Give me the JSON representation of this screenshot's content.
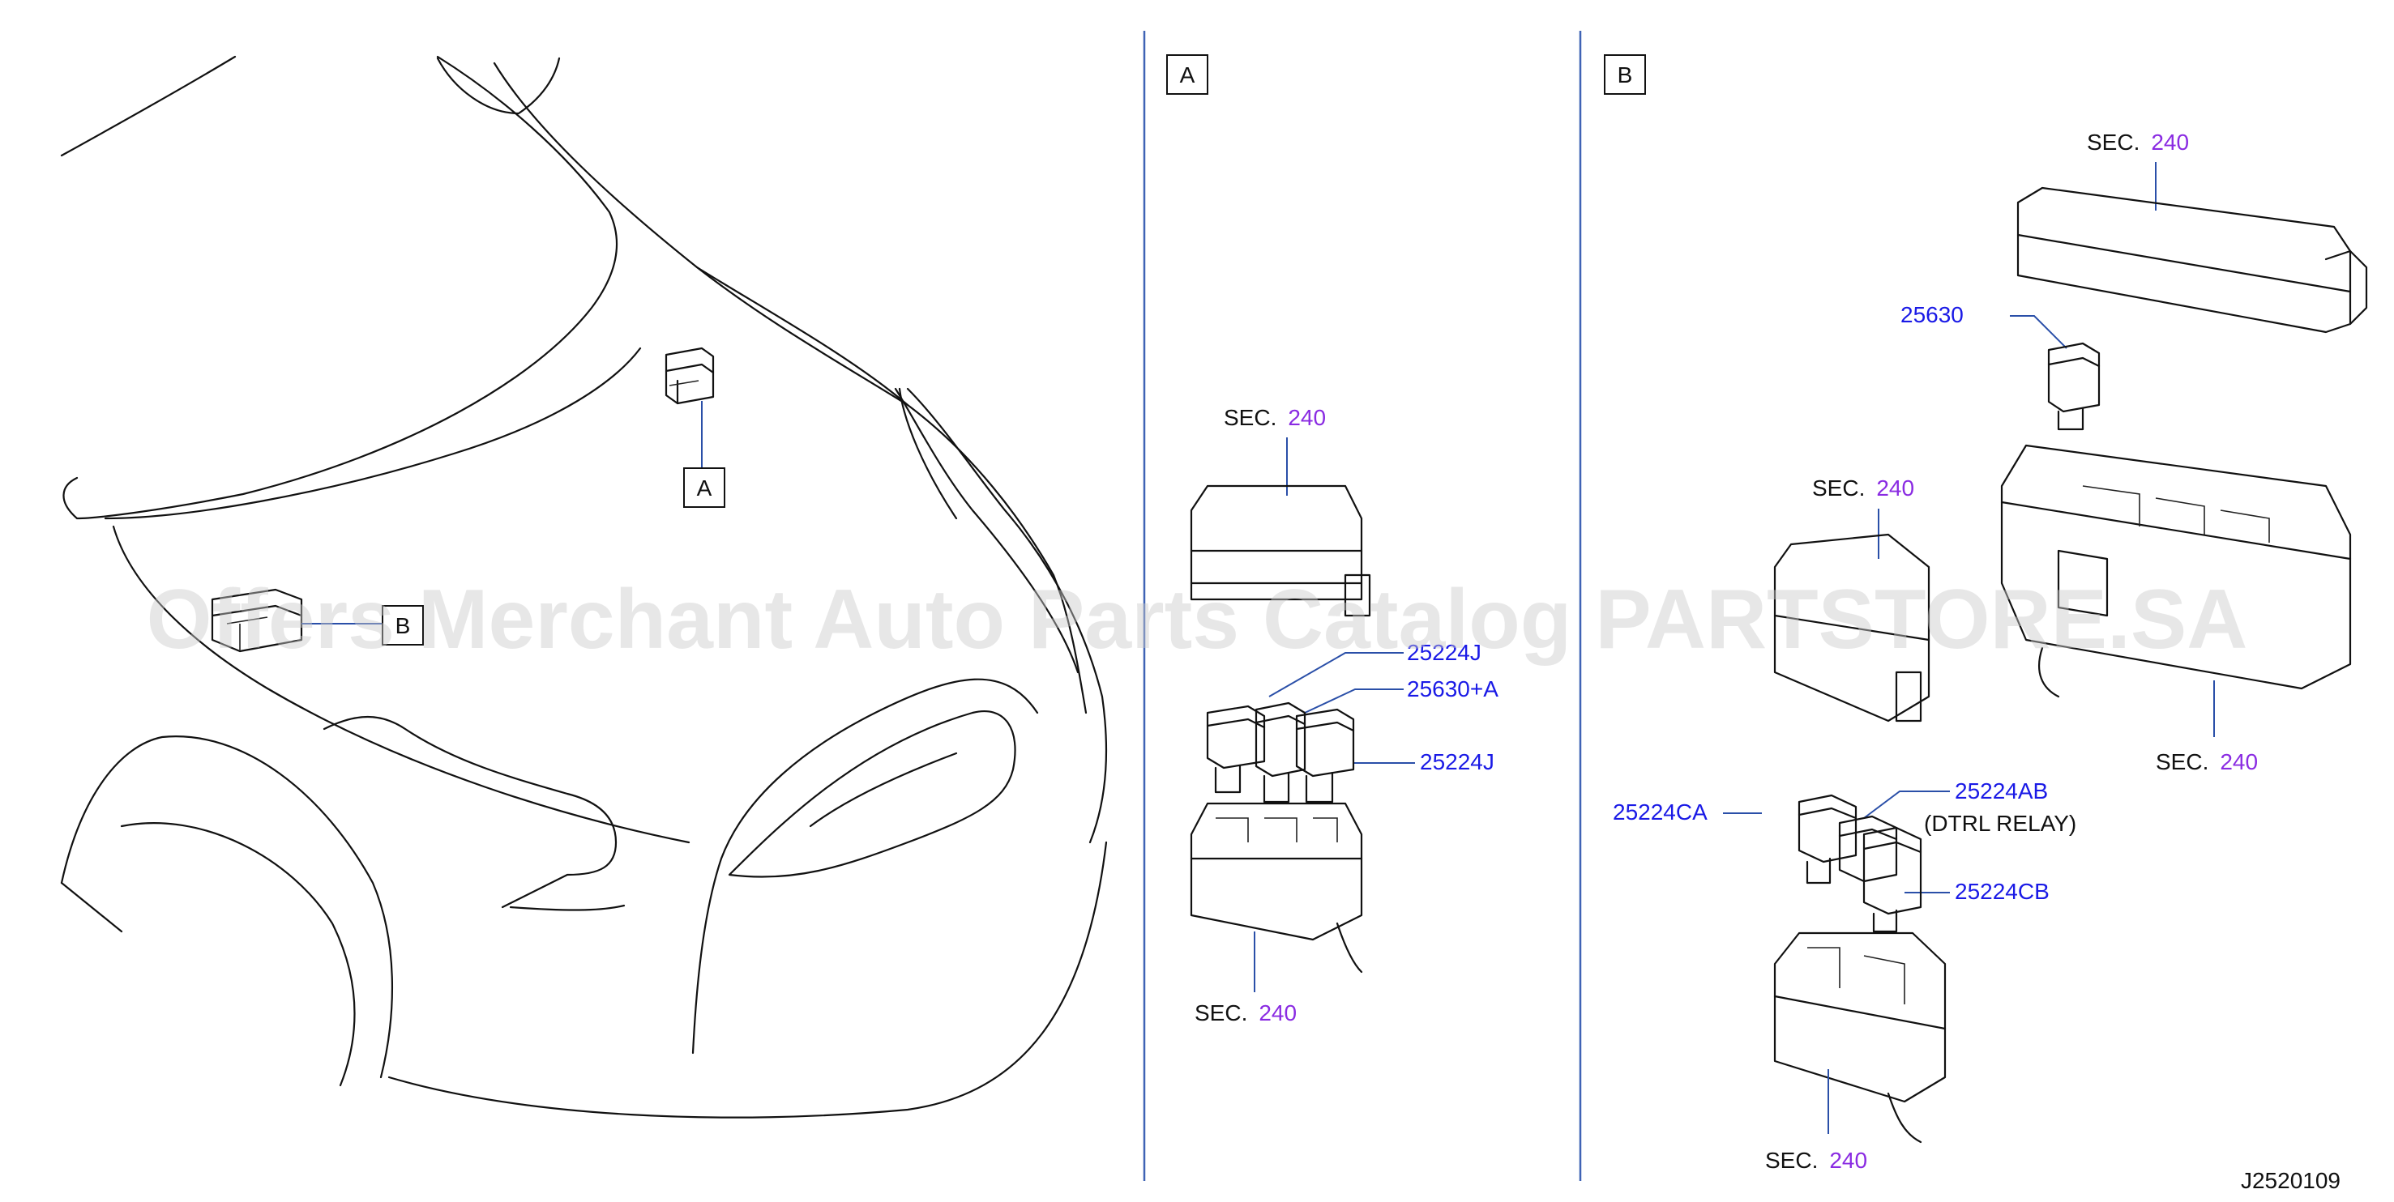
{
  "callouts": {
    "a": "A",
    "b": "B"
  },
  "sec": {
    "label": "SEC.",
    "num": "240"
  },
  "parts": {
    "p25224j_top": "25224J",
    "p25630a": "25630+A",
    "p25224j_right": "25224J",
    "p25630": "25630",
    "p25224ca": "25224CA",
    "p25224ab": "25224AB",
    "dtrl": "(DTRL   RELAY)",
    "p25224cb": "25224CB"
  },
  "diagram_id": "J2520109",
  "watermark": "Offers Merchant Auto Parts Catalog PARTSTORE.SA",
  "colors": {
    "part_number": "#1a1ae6",
    "section_number": "#8a2be2",
    "leader": "#2a4fa8",
    "separator": "#3f63b5"
  }
}
